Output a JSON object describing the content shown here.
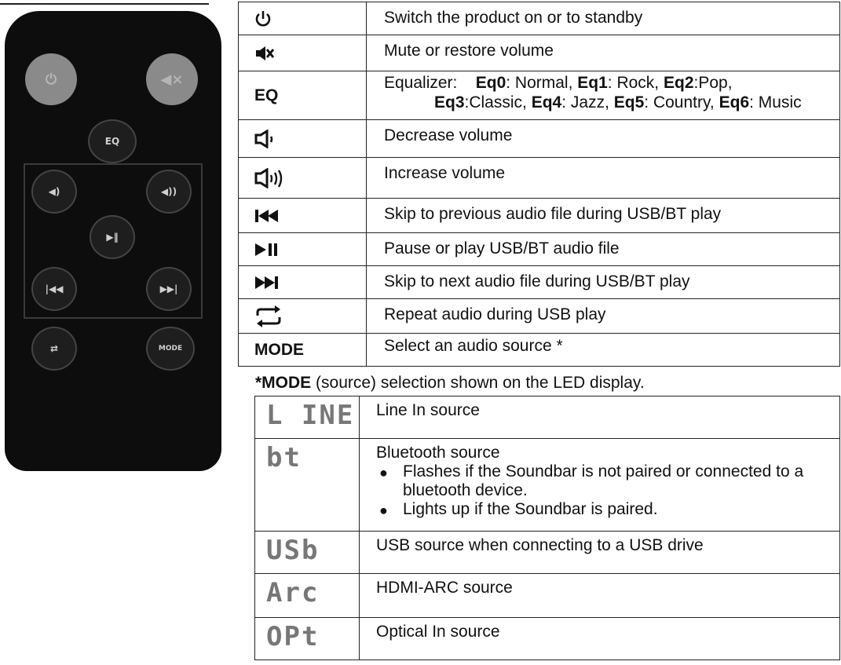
{
  "remote": {
    "buttons": [
      {
        "name": "power",
        "glyph": "⏻"
      },
      {
        "name": "mute",
        "glyph": "◀×"
      },
      {
        "name": "eq",
        "glyph": "EQ"
      },
      {
        "name": "vol_down",
        "glyph": "◀)"
      },
      {
        "name": "vol_up",
        "glyph": "◀))"
      },
      {
        "name": "play_pause",
        "glyph": "▶‖"
      },
      {
        "name": "prev",
        "glyph": "|◀◀"
      },
      {
        "name": "next",
        "glyph": "▶▶|"
      },
      {
        "name": "repeat",
        "glyph": "⇄"
      },
      {
        "name": "mode",
        "glyph": "MODE"
      }
    ]
  },
  "functions": [
    {
      "icon": "power-icon",
      "label": "",
      "description": "Switch the product on or to standby"
    },
    {
      "icon": "mute-icon",
      "label": "",
      "description": "Mute or restore volume"
    },
    {
      "icon": "",
      "label": "EQ",
      "description_prefix": "Equalizer:",
      "eq_presets": [
        {
          "key": "Eq0",
          "value": ": Normal,"
        },
        {
          "key": "Eq1",
          "value": ": Rock,"
        },
        {
          "key": "Eq2",
          "value": ":Pop,"
        },
        {
          "key": "Eq3",
          "value": ":Classic,"
        },
        {
          "key": "Eq4",
          "value": ": Jazz,"
        },
        {
          "key": "Eq5",
          "value": ": Country,"
        },
        {
          "key": "Eq6",
          "value": ": Music"
        }
      ]
    },
    {
      "icon": "volume-down-icon",
      "label": "",
      "description": "Decrease volume"
    },
    {
      "icon": "volume-up-icon",
      "label": "",
      "description": "Increase volume"
    },
    {
      "icon": "previous-icon",
      "label": "",
      "description": "Skip to previous audio file during USB/BT play"
    },
    {
      "icon": "play-pause-icon",
      "label": "",
      "description": "Pause or play USB/BT audio file"
    },
    {
      "icon": "next-icon",
      "label": "",
      "description": "Skip to next audio file during USB/BT play"
    },
    {
      "icon": "repeat-icon",
      "label": "",
      "description": "Repeat audio during USB play"
    },
    {
      "icon": "",
      "label": "MODE",
      "description": "Select an audio source *"
    }
  ],
  "note": {
    "bold": "*MODE",
    "rest": " (source) selection shown on the LED display."
  },
  "modes": [
    {
      "display": "L INE",
      "description": "Line In source"
    },
    {
      "display": "bt",
      "description": "Bluetooth source",
      "bullets": [
        "Flashes if the Soundbar is not paired or connected to a bluetooth device.",
        "Lights up if the Soundbar is paired."
      ]
    },
    {
      "display": "USb",
      "description": "USB source when connecting to a USB drive"
    },
    {
      "display": "Arc",
      "description": "HDMI-ARC source"
    },
    {
      "display": "OPt",
      "description": "Optical In source"
    }
  ],
  "bullet_glyph": "●"
}
